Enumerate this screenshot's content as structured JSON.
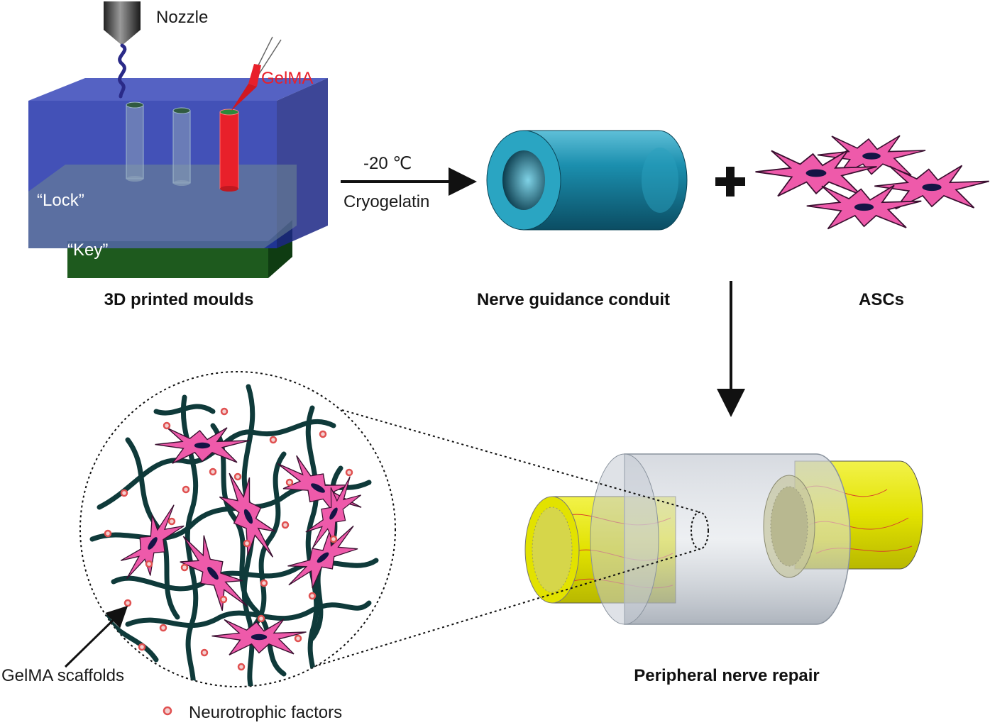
{
  "mould": {
    "nozzle_label": "Nozzle",
    "gelma_label": "GelMA",
    "lock_label": "“Lock”",
    "key_label": "“Key”",
    "caption": "3D printed moulds"
  },
  "process": {
    "temperature": "-20 ℃",
    "method": "Cryogelatin"
  },
  "conduit": {
    "caption": "Nerve guidance conduit"
  },
  "plus_sign": "+",
  "cells": {
    "caption": "ASCs"
  },
  "repair": {
    "caption": "Peripheral nerve repair"
  },
  "scaffold": {
    "label": "GelMA scaffolds",
    "legend": "Neurotrophic factors"
  },
  "colors": {
    "mould_blue": "#2233aa",
    "key_green": "#1e5a1e",
    "gelma_red": "#e8202a",
    "conduit_teal": "#1a8aa8",
    "cell_pink": "#ee5aaa",
    "fiber_dark": "#0f3a3a",
    "nerve_yellow": "#e6e600",
    "dot_red": "#e05050"
  }
}
